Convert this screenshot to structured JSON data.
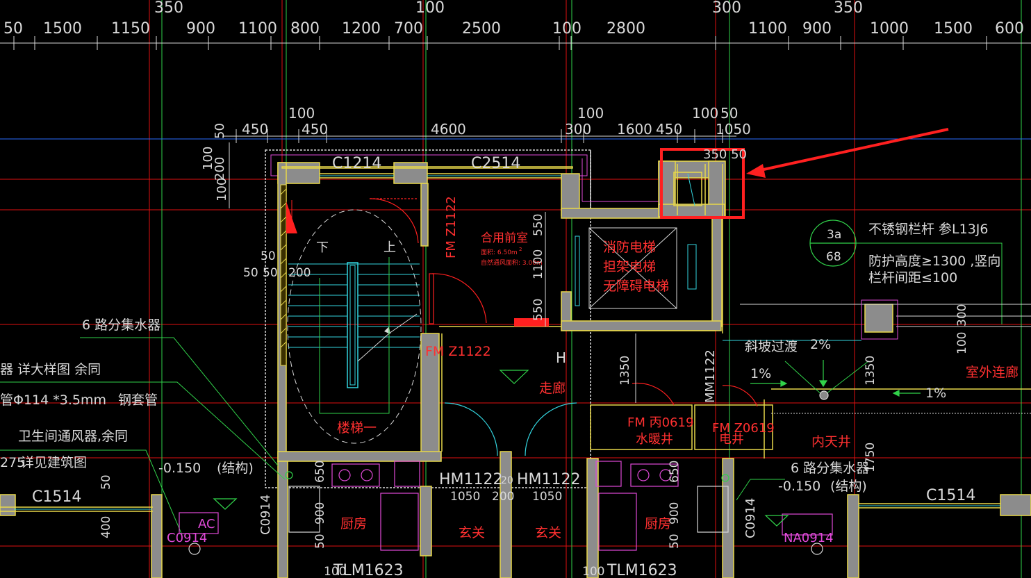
{
  "colors": {
    "background": "#000000",
    "dimension": "#d9d9d9",
    "axis_red": "#e01010",
    "grid_blue": "#2a6cff",
    "wall_yellow": "#e8d84a",
    "wall_fill": "#8c8c8c",
    "cyan": "#33d6e0",
    "green": "#31d24a",
    "magenta": "#e14ad9",
    "label_red": "#ff3030",
    "highlight": "#ff2020"
  },
  "top_dims": [
    "50",
    "1500",
    "1150",
    "900",
    "1100",
    "800",
    "1200",
    "700",
    "2500",
    "100",
    "2800",
    "1100",
    "900",
    "1000",
    "1500",
    "600"
  ],
  "top_over": [
    "350",
    "100",
    "300",
    "350"
  ],
  "mid_dims_upper": [
    "100",
    "100",
    "100",
    "50"
  ],
  "mid_dims": [
    "450",
    "450",
    "4600",
    "300",
    "1600",
    "450",
    "1050"
  ],
  "left_vert_dims": [
    "50",
    "100",
    "200",
    "100"
  ],
  "windows": {
    "c1214": "C1214",
    "c2514": "C2514",
    "c1514_left": "C1514",
    "c1514_right": "C1514"
  },
  "small_dim_350_50": "350 50",
  "rooms": {
    "front_room": "合用前室",
    "front_room_note1": "面积: 6.50m",
    "front_room_sup": "2",
    "front_room_note2": "自然通风面积: 3.00m",
    "elevator1": "消防电梯",
    "elevator2": "担架电梯",
    "elevator3": "无障碍电梯",
    "stair": "楼梯一",
    "down": "下",
    "up": "上",
    "corridor": "走廊",
    "corridor_h": "H",
    "hvac": "水暖井",
    "elec": "电井",
    "courtyard": "内天井",
    "kitchen_l": "厨房",
    "kitchen_r": "厨房",
    "foyer1": "玄关",
    "foyer2": "玄关",
    "outdoor": "室外连廊"
  },
  "doors": {
    "fm1_vertical": "FM Z1122",
    "fm2": "FM Z1122",
    "fm3": "FM 丙0619",
    "fm4": "FM Z0619",
    "mm": "MM1122",
    "hm1": "HM1122",
    "hm2": "HM1122",
    "tlm1": "TLM1623",
    "tlm2": "TLM1623"
  },
  "notes_left": {
    "collector": "6 路分集水器",
    "detail": "器   详大样图       余同",
    "pipe_a": "管Φ114 *3.5mm",
    "pipe_b": "钢套管",
    "ventilator": "卫生间通风器,余同",
    "see_arch_prefix": "275",
    "see_arch": "详见建筑图",
    "level": "-0.150",
    "structure": "(结构)"
  },
  "notes_right": {
    "circle_top": "3a",
    "circle_bottom": "68",
    "rail1": "不锈钢栏杆  参L13J6",
    "rail2": "防护高度≥1300   ,竖向",
    "rail3": "栏杆间距≤100",
    "ramp": "斜坡过渡",
    "slope1": "2%",
    "slope2": "1%",
    "slope3": "1%",
    "collector": "6 路分集水器",
    "level": "-0.150",
    "structure": "(结构)"
  },
  "inner_dims": {
    "d550a": "550",
    "d1100": "1100",
    "d550b": "550",
    "d200": "200",
    "d50a": "50",
    "d50b": "50",
    "d50c": "50",
    "d1350a": "1350",
    "d1350b": "1350",
    "d1750": "1750",
    "d300": "300",
    "d100": "100",
    "d650a": "650",
    "d900a": "900",
    "d650b": "650",
    "d900b": "900",
    "d50k": "50",
    "d50e": "50",
    "d400": "400",
    "d50f": "50",
    "d1050a": "1050",
    "d200b": "200",
    "d1050b": "1050",
    "d20": "20",
    "d100b": "100",
    "d100c": "100"
  },
  "tags": {
    "ac_left": "AC",
    "c0914_left": "C0914",
    "c0914_vert_l": "C0914",
    "c0914_vert_r": "C0914",
    "na0914": "NA0914"
  }
}
